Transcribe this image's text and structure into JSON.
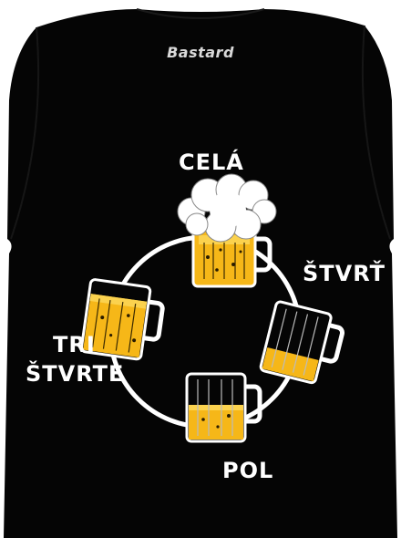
{
  "brand": {
    "text": "Bastard"
  },
  "labels": {
    "full": "CELÁ",
    "quarter": "ŠTVRŤ",
    "three_quarters_line1": "TRI",
    "three_quarters_line2": "ŠTVRTE",
    "half": "POL"
  },
  "colors": {
    "shirt": "#050505",
    "background": "#ffffff",
    "print": "#ffffff",
    "beer": "#f6b718",
    "beer_light": "#fbd24e",
    "foam": "#ffffff"
  },
  "mugs": [
    {
      "name": "full",
      "fill_fraction": 1.0,
      "has_foam": true
    },
    {
      "name": "quarter",
      "fill_fraction": 0.3,
      "has_foam": false
    },
    {
      "name": "half",
      "fill_fraction": 0.55,
      "has_foam": false
    },
    {
      "name": "three-quarters",
      "fill_fraction": 0.8,
      "has_foam": false
    }
  ]
}
